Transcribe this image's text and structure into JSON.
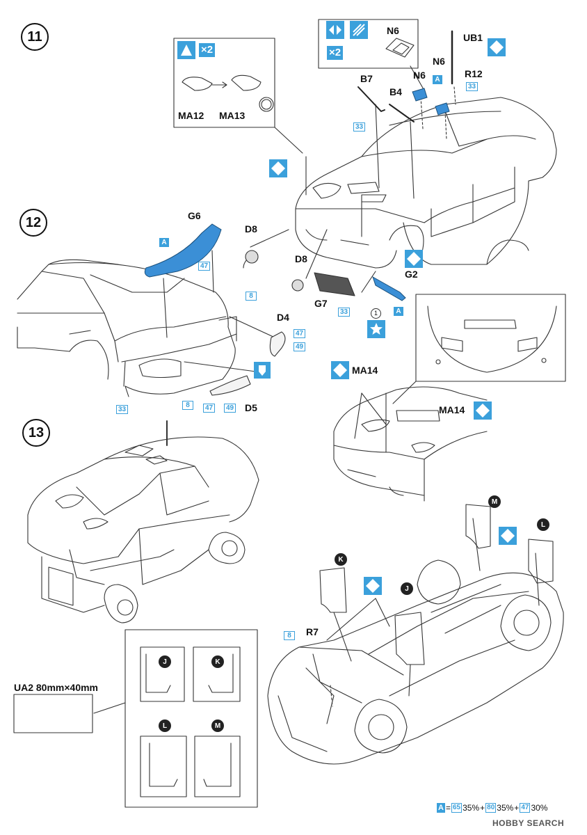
{
  "steps": {
    "s11": "11",
    "s12": "12",
    "s13": "13"
  },
  "badges": {
    "x2a": "×2",
    "x2b": "×2"
  },
  "parts": {
    "N6": "N6",
    "N6b": "N6",
    "N6c": "N6",
    "UB1": "UB1",
    "R12": "R12",
    "B7": "B7",
    "B4": "B4",
    "MA12": "MA12",
    "MA13": "MA13",
    "G6": "G6",
    "D8": "D8",
    "D8b": "D8",
    "G2": "G2",
    "G7": "G7",
    "D4": "D4",
    "D5": "D5",
    "MA14a": "MA14",
    "MA14b": "MA14",
    "R7": "R7"
  },
  "codes": {
    "A": "A",
    "n33": "33",
    "n47": "47",
    "n49": "49",
    "n8": "8",
    "one": "1"
  },
  "decals": {
    "M": "M",
    "L": "L",
    "K": "K",
    "J": "J"
  },
  "ua2": "UA2  80mm×40mm",
  "legend": {
    "a": "A",
    "eq": "=",
    "c1": "65",
    "p1": "35%",
    "plus1": "+",
    "c2": "80",
    "p2": "35%",
    "plus2": "+",
    "c3": "47",
    "p3": "30%"
  },
  "watermark": "HOBBY SEARCH",
  "colors": {
    "part_blue": "#3b8fd6",
    "code_blue": "#3ba0db"
  }
}
